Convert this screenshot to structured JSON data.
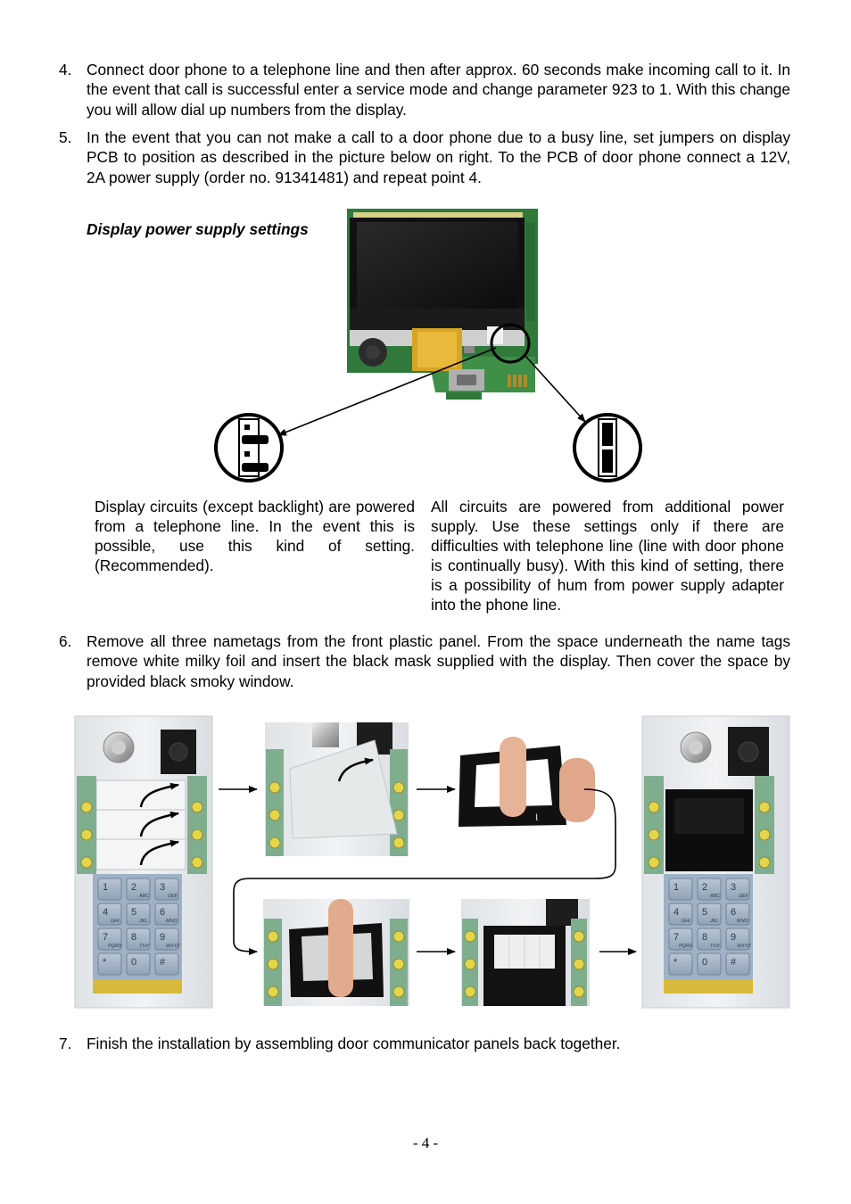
{
  "steps": [
    {
      "num": "4.",
      "text": "Connect door phone to a telephone line and then after approx. 60 seconds make incoming call to it. In the event that call is successful enter a service mode and change parameter 923 to 1. With this change you will allow dial up numbers from the display."
    },
    {
      "num": "5.",
      "text": "In the event that you can not make a call to a door phone due to a busy line, set jumpers on display PCB to position as described in the picture below on right. To the PCB of door phone connect a 12V, 2A power supply (order no. 91341481) and repeat point 4."
    },
    {
      "num": "6.",
      "text": "Remove all three nametags from the front plastic panel. From the space underneath the name tags remove white milky foil and insert the black mask supplied with the display. Then cover the space by provided black smoky window."
    },
    {
      "num": "7.",
      "text": "Finish the installation by assembling door communicator panels back together."
    }
  ],
  "figure_title": "Display power supply settings",
  "captions": {
    "left": "Display circuits (except backlight) are powered from a telephone line. In the event this is possible, use this kind of setting. (Recommended).",
    "right": "All circuits are powered from additional power supply. Use these settings only if there are difficulties with telephone line (line with door phone is continually busy). With this kind of setting, there is a possibility of hum from power supply adapter into the phone line."
  },
  "keypad": {
    "keys": [
      "1",
      "2",
      "3",
      "4",
      "5",
      "6",
      "7",
      "8",
      "9",
      "*",
      "0",
      "#"
    ],
    "letters": [
      "",
      "ABC",
      "DEF",
      "GHI",
      "JKL",
      "MNO",
      "PQRS",
      "TUV",
      "WXYZ",
      "",
      "",
      ""
    ]
  },
  "page_number": "- 4 -"
}
